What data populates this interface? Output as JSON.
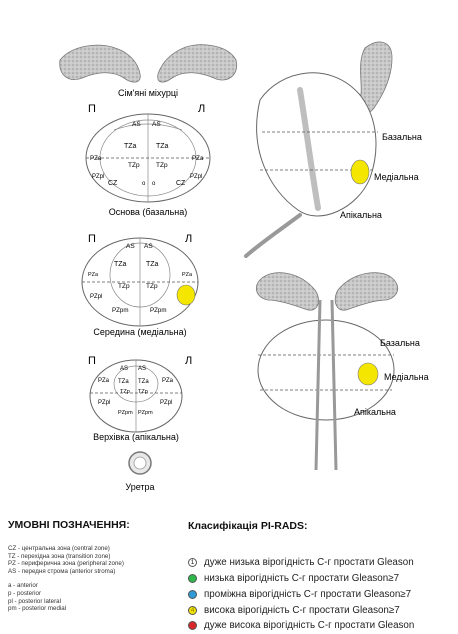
{
  "diagram": {
    "seminal_vesicles_label": "Сім'яні міхурці",
    "orientation_left": "П",
    "orientation_right": "Л",
    "base_section_label": "Основа (базальна)",
    "mid_section_label": "Середина (медіальна)",
    "apex_section_label": "Верхівка (апікальна)",
    "urethra_label": "Уретра",
    "side_labels": {
      "basal": "Базальна",
      "medial": "Медіальна",
      "apical": "Апікальна"
    },
    "zones": {
      "AS": "AS",
      "TZa": "TZa",
      "TZp": "TZp",
      "CZ": "CZ",
      "PZa": "PZa",
      "PZpl": "PZpl",
      "PZpm": "PZpm",
      "o": "o"
    },
    "lesion_color": "#f5e600"
  },
  "legend": {
    "title": "УМОВНІ ПОЗНАЧЕННЯ:",
    "abbreviations": [
      "CZ - центральна зона (central zone)",
      "TZ - перехідна зона (transition zone)",
      "PZ - периферична зона (peripheral zone)",
      "AS - передня строма (anterior stroma)",
      "",
      "a - anterior",
      "p - posterior",
      "pl - posterior lateral",
      "pm - posterior medial"
    ]
  },
  "pirads": {
    "title": "Класифікація PI-RADS:",
    "items": [
      {
        "num": "1",
        "color": "#ffffff",
        "text": "дуже низька вірогідність С-г простати Gleason"
      },
      {
        "num": "2",
        "color": "#2db84a",
        "text": "низька вірогідність С-г простати Gleason≥7"
      },
      {
        "num": "3",
        "color": "#2f9ad6",
        "text": "проміжна вірогідність С-г простати Gleason≥7"
      },
      {
        "num": "4",
        "color": "#f5e600",
        "text": "висока вірогідність С-г простати Gleason≥7"
      },
      {
        "num": "5",
        "color": "#d8262a",
        "text": "дуже висока вірогідність С-г простати Gleason"
      }
    ]
  }
}
